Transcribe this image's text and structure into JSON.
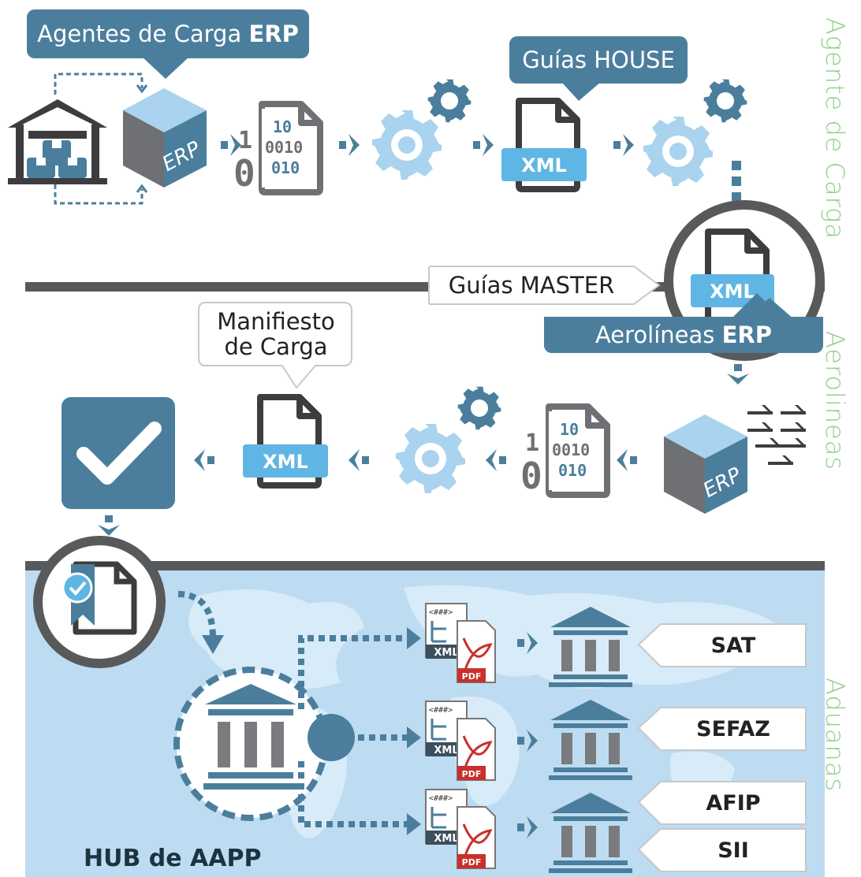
{
  "callouts": {
    "agentes_prefix": "Agentes de Carga ",
    "agentes_bold": "ERP",
    "guias_house": "Guías HOUSE",
    "guias_master": "Guías MASTER",
    "manifiesto_line1": "Manifiesto",
    "manifiesto_line2": "de Carga",
    "aerolineas_prefix": "Aerolíneas ",
    "aerolineas_bold": "ERP"
  },
  "icons": {
    "erp_label": "ERP",
    "xml_label": "XML",
    "pdf_label": "PDF",
    "binary_lines": [
      "10",
      "0010",
      "010"
    ],
    "binary_big_1": "1",
    "binary_big_0": "0",
    "doc_header": "<###>"
  },
  "side_labels": {
    "agente": "Agente de Carga",
    "aerolineas": "Aerolineas",
    "aduanas": "Aduanas"
  },
  "agencies": [
    "SAT",
    "SEFAZ",
    "AFIP",
    "SII"
  ],
  "hub_title": "HUB de AAPP",
  "colors": {
    "primary": "#4b7e9c",
    "light_blue": "#5fb6e4",
    "gear_light": "#a9d3ee",
    "dark_gray": "#58595b",
    "map_bg": "#bddcf2",
    "side_text": "#8fd18b",
    "pdf_red": "#c8312b"
  }
}
